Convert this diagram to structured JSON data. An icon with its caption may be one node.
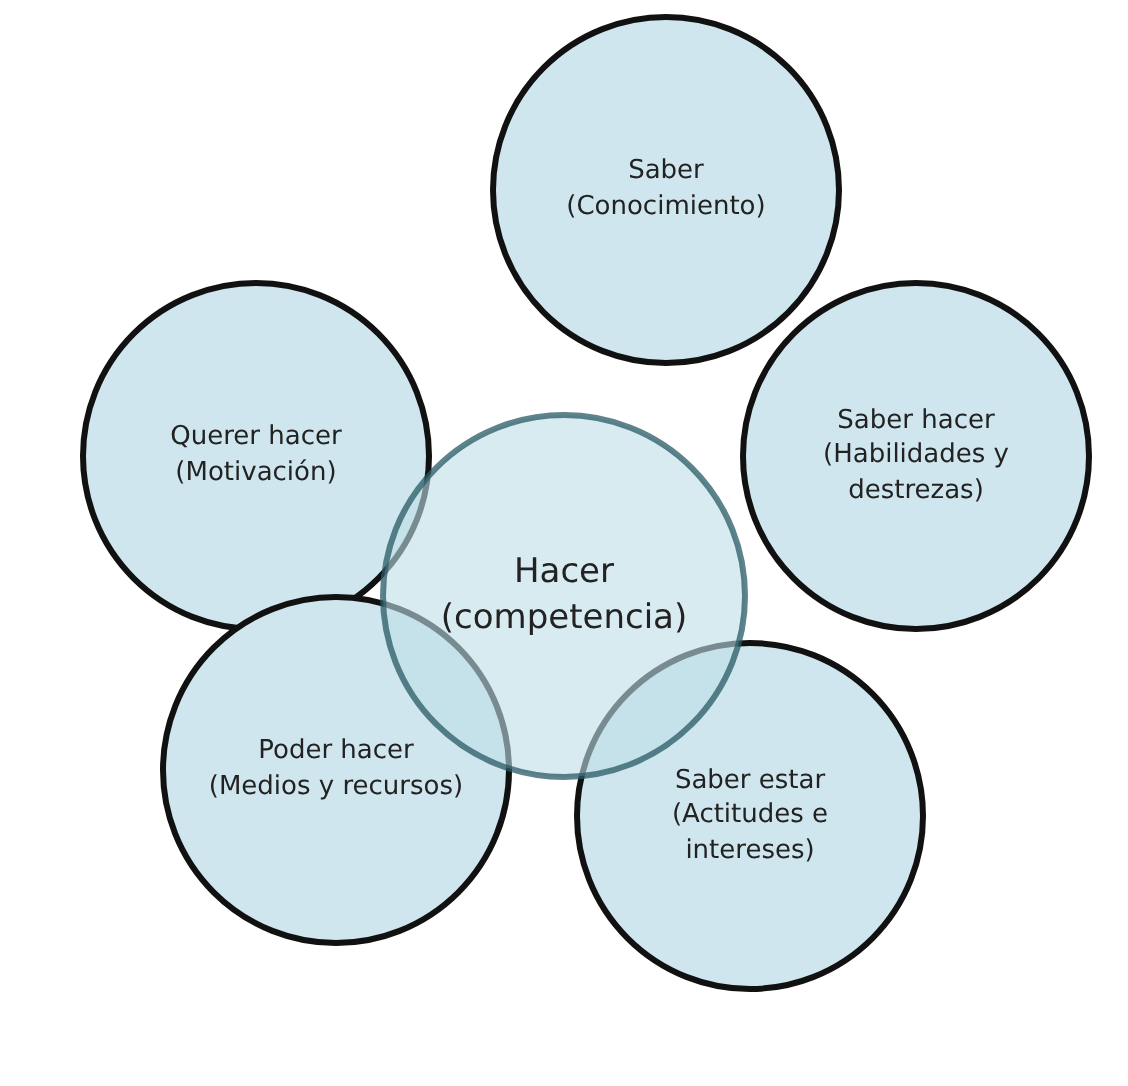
{
  "diagram": {
    "nodes": [
      {
        "text": [
          "Saber",
          "(Conocimiento)"
        ]
      },
      {
        "text": [
          "Querer hacer",
          "(Motivación)"
        ]
      },
      {
        "text": [
          "Hacer",
          "(competencia)"
        ]
      },
      {
        "text": [
          "Saber hacer",
          "(Habilidades y destrezas)"
        ]
      },
      {
        "text": [
          "Poder hacer",
          "(Medios y recursos)"
        ]
      },
      {
        "text": [
          "Saber estar",
          "(Actitudes e intereses)"
        ]
      }
    ]
  }
}
